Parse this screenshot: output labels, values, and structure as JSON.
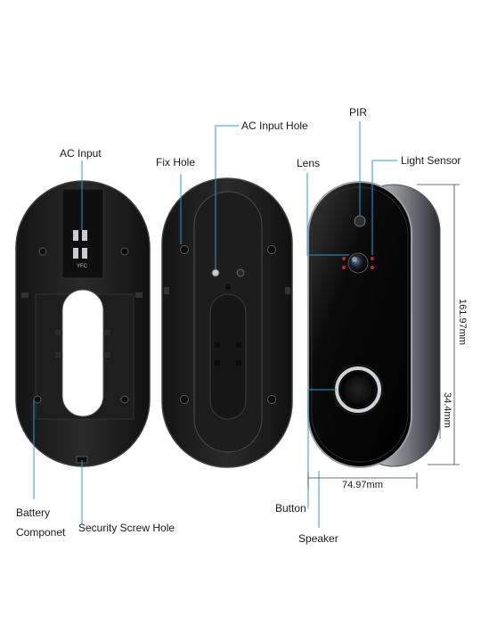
{
  "labels": {
    "ac_input": "AC Input",
    "fix_hole": "Fix Hole",
    "ac_input_hole": "AC Input Hole",
    "pir": "PIR",
    "lens": "Lens",
    "light_sensor": "Light Sensor",
    "battery": "Battery",
    "componet": "Componet",
    "security_screw_hole": "Security Screw Hole",
    "button": "Button",
    "speaker": "Speaker"
  },
  "dimensions": {
    "height": "161.97mm",
    "depth": "34.4mm",
    "width": "74.97mm"
  },
  "board_text": "YFC",
  "colors": {
    "leader_line": "#2a9ad6",
    "dimension_line": "#444444",
    "device_body": "#1c1c1c",
    "device_edge": "#3a3a3a",
    "front_glass": "#0a0a0a",
    "chrome": "#c9ccd0",
    "led_red": "#d0202a"
  }
}
